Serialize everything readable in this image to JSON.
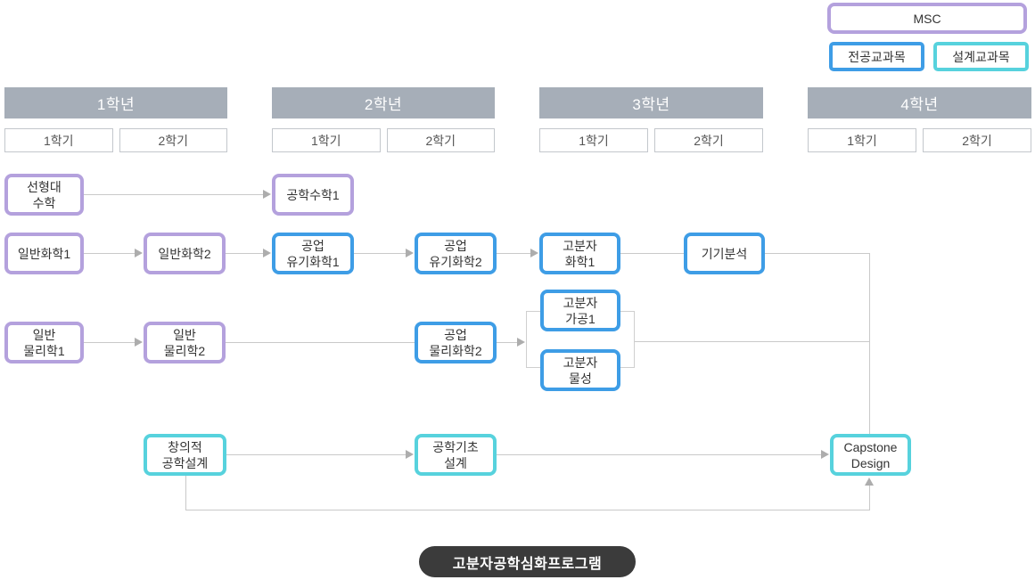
{
  "legend": {
    "msc_label": "MSC",
    "major_label": "전공교과목",
    "design_label": "설계교과목"
  },
  "years": [
    {
      "label": "1학년",
      "semesters": [
        "1학기",
        "2학기"
      ]
    },
    {
      "label": "2학년",
      "semesters": [
        "1학기",
        "2학기"
      ]
    },
    {
      "label": "3학년",
      "semesters": [
        "1학기",
        "2학기"
      ]
    },
    {
      "label": "4학년",
      "semesters": [
        "1학기",
        "2학기"
      ]
    }
  ],
  "courses": [
    {
      "id": "linear-algebra",
      "label": "선형대\n수학",
      "category": "msc"
    },
    {
      "id": "eng-math1",
      "label": "공학수학1",
      "category": "msc"
    },
    {
      "id": "gen-chem1",
      "label": "일반화학1",
      "category": "msc"
    },
    {
      "id": "gen-chem2",
      "label": "일반화학2",
      "category": "msc"
    },
    {
      "id": "ind-org-chem1",
      "label": "공업\n유기화학1",
      "category": "major"
    },
    {
      "id": "ind-org-chem2",
      "label": "공업\n유기화학2",
      "category": "major"
    },
    {
      "id": "polymer-chem1",
      "label": "고분자\n화학1",
      "category": "major"
    },
    {
      "id": "instrumental-analysis",
      "label": "기기분석",
      "category": "major"
    },
    {
      "id": "gen-phys1",
      "label": "일반\n물리학1",
      "category": "msc"
    },
    {
      "id": "gen-phys2",
      "label": "일반\n물리학2",
      "category": "msc"
    },
    {
      "id": "ind-phys-chem2",
      "label": "공업\n물리화학2",
      "category": "major"
    },
    {
      "id": "polymer-processing1",
      "label": "고분자\n가공1",
      "category": "major"
    },
    {
      "id": "polymer-properties",
      "label": "고분자\n물성",
      "category": "major"
    },
    {
      "id": "creative-eng-design",
      "label": "창의적\n공학설계",
      "category": "design"
    },
    {
      "id": "basic-eng-design",
      "label": "공학기초\n설계",
      "category": "design"
    },
    {
      "id": "capstone-design",
      "label": "Capstone\nDesign",
      "category": "design"
    }
  ],
  "program_badge": "고분자공학심화프로그램",
  "colors": {
    "msc_border": "#b4a1dd",
    "major_border": "#3e9de6",
    "design_border": "#57d2dd",
    "year_bar": "#a6aeb8",
    "connector": "#c9c9c9",
    "badge_background": "#3b3b3b"
  }
}
